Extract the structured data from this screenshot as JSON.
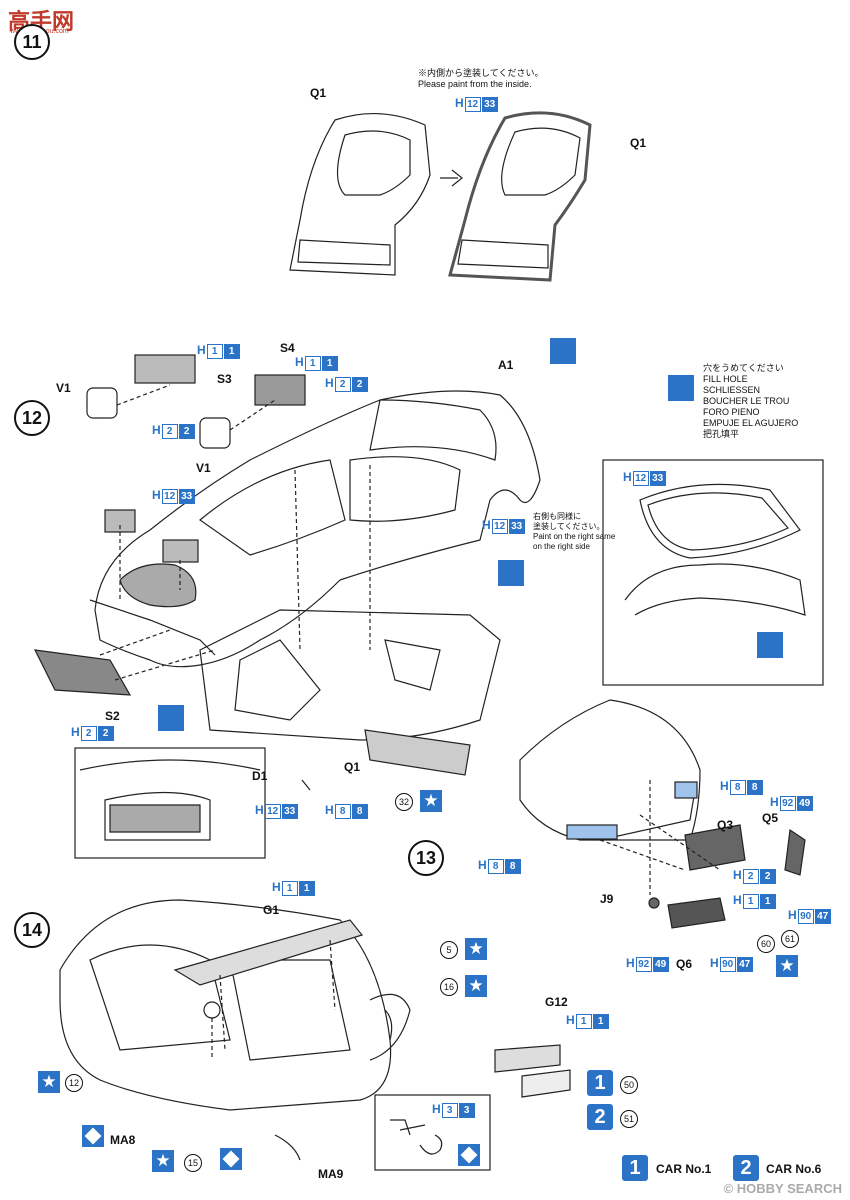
{
  "header": {
    "logo_text": "高手网",
    "logo_sub": "www.gaoshou.com"
  },
  "watermark": "© HOBBY SEARCH",
  "steps": {
    "s11": "11",
    "s12": "12",
    "s13": "13",
    "s14": "14"
  },
  "paint_inside_note": "※内側から塗装してください。\nPlease paint from the inside.",
  "right_side_note": "右側も同様に\n塗装してください。\nPaint on the right same\non the right side",
  "fill_hole_note": "穴をうめてください\nFILL HOLE\nSCHLIESSEN\nBOUCHER LE TROU\nFORO PIENO\nEMPUJE EL AGUJERO\n把孔填平",
  "parts": {
    "q1a": "Q1",
    "q1b": "Q1",
    "q1c": "Q1",
    "a1": "A1",
    "v1a": "V1",
    "v1b": "V1",
    "s3": "S3",
    "s4": "S4",
    "s2": "S2",
    "d1": "D1",
    "q3": "Q3",
    "q5": "Q5",
    "q6": "Q6",
    "j9": "J9",
    "g1": "G1",
    "g12": "G12",
    "ma8": "MA8",
    "ma9": "MA9"
  },
  "colors": {
    "c1": {
      "h": "H",
      "a": "12",
      "b": "33"
    },
    "c2": {
      "h": "H",
      "a": "1",
      "b": "1"
    },
    "c3": {
      "h": "H",
      "a": "2",
      "b": "2"
    },
    "c4": {
      "h": "H",
      "a": "1",
      "b": "1"
    },
    "c5": {
      "h": "H",
      "a": "2",
      "b": "2"
    },
    "c6": {
      "h": "H",
      "a": "2",
      "b": "2"
    },
    "c7": {
      "h": "H",
      "a": "12",
      "b": "33"
    },
    "c8": {
      "h": "H",
      "a": "12",
      "b": "33"
    },
    "c9": {
      "h": "H",
      "a": "12",
      "b": "33"
    },
    "c10": {
      "h": "H",
      "a": "2",
      "b": "2"
    },
    "c11": {
      "h": "H",
      "a": "12",
      "b": "33"
    },
    "c12": {
      "h": "H",
      "a": "8",
      "b": "8"
    },
    "c13": {
      "h": "H",
      "a": "8",
      "b": "8"
    },
    "c14": {
      "h": "H",
      "a": "92",
      "b": "49"
    },
    "c15": {
      "h": "H",
      "a": "8",
      "b": "8"
    },
    "c16": {
      "h": "H",
      "a": "2",
      "b": "2"
    },
    "c17": {
      "h": "H",
      "a": "1",
      "b": "1"
    },
    "c18": {
      "h": "H",
      "a": "90",
      "b": "47"
    },
    "c19": {
      "h": "H",
      "a": "92",
      "b": "49"
    },
    "c20": {
      "h": "H",
      "a": "90",
      "b": "47"
    },
    "c21": {
      "h": "H",
      "a": "1",
      "b": "1"
    },
    "c22": {
      "h": "H",
      "a": "1",
      "b": "1"
    },
    "c23": {
      "h": "H",
      "a": "3",
      "b": "3"
    }
  },
  "decals": {
    "d32": "32",
    "d60": "60",
    "d61": "61",
    "d5": "5",
    "d16": "16",
    "d12": "12",
    "d15": "15",
    "d50": "50",
    "d51": "51"
  },
  "legend": {
    "car1_icon": "1",
    "car1": "CAR No.1",
    "car6_icon": "2",
    "car6": "CAR No.6"
  },
  "icons": {
    "star": "★",
    "num1": "1",
    "num2": "2"
  },
  "accent": "#2a73c6"
}
